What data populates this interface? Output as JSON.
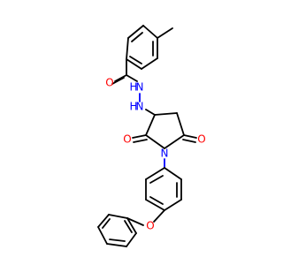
{
  "molecule": {
    "atoms": {
      "o_carbonyl_amide": "O",
      "nh_1": "H",
      "n_1": "N",
      "n_2": "N",
      "nh_2": "H",
      "o_ring_left": "O",
      "o_ring_right": "O",
      "n_ring": "N",
      "o_ether": "O"
    }
  },
  "colors": {
    "bond": "#000000",
    "oxygen": "#ff0000",
    "nitrogen": "#0000ff",
    "background": "#ffffff"
  }
}
